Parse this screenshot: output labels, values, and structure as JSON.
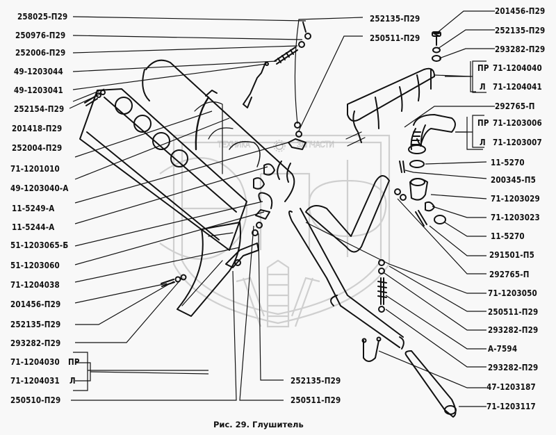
{
  "figure": {
    "caption": "Рис. 29. Глушитель",
    "watermark": {
      "left_text": "ТЕХНИКА",
      "right_text": "ЗАПЧАСТИ",
      "logo_letters": "ЗПФ"
    }
  },
  "callouts": {
    "left": [
      {
        "id": "l1",
        "label": "258025-П29"
      },
      {
        "id": "l2",
        "label": "250976-П29"
      },
      {
        "id": "l3",
        "label": "252006-П29"
      },
      {
        "id": "l4",
        "label": "49-1203044"
      },
      {
        "id": "l5",
        "label": "49-1203041"
      },
      {
        "id": "l6",
        "label": "252154-П29"
      },
      {
        "id": "l7",
        "label": "201418-П29"
      },
      {
        "id": "l8",
        "label": "252004-П29"
      },
      {
        "id": "l9",
        "label": "71-1201010"
      },
      {
        "id": "l10",
        "label": "49-1203040-А"
      },
      {
        "id": "l11",
        "label": "11-5249-А"
      },
      {
        "id": "l12",
        "label": "11-5244-А"
      },
      {
        "id": "l13",
        "label": "51-1203065-Б"
      },
      {
        "id": "l14",
        "label": "51-1203060"
      },
      {
        "id": "l15",
        "label": "71-1204038"
      },
      {
        "id": "l16",
        "label": "201456-П29"
      },
      {
        "id": "l17",
        "label": "252135-П29"
      },
      {
        "id": "l18",
        "label": "293282-П29"
      },
      {
        "id": "l19a",
        "label": "71-1204030",
        "side": "ПР"
      },
      {
        "id": "l19b",
        "label": "71-1204031",
        "side": "Л"
      },
      {
        "id": "l20",
        "label": "250510-П29"
      }
    ],
    "top_center": [
      {
        "id": "t1",
        "label": "252135-П29"
      },
      {
        "id": "t2",
        "label": "250511-П29"
      }
    ],
    "bottom_center": [
      {
        "id": "b1",
        "label": "252135-П29"
      },
      {
        "id": "b2",
        "label": "250511-П29"
      }
    ],
    "right": [
      {
        "id": "r1",
        "label": "201456-П29"
      },
      {
        "id": "r2",
        "label": "252135-П29"
      },
      {
        "id": "r3",
        "label": "293282-П29"
      },
      {
        "id": "r4a",
        "label": "71-1204040",
        "side": "ПР"
      },
      {
        "id": "r4b",
        "label": "71-1204041",
        "side": "Л"
      },
      {
        "id": "r5",
        "label": "292765-П"
      },
      {
        "id": "r6a",
        "label": "71-1203006",
        "side": "ПР"
      },
      {
        "id": "r6b",
        "label": "71-1203007",
        "side": "Л"
      },
      {
        "id": "r7",
        "label": "11-5270"
      },
      {
        "id": "r8",
        "label": "200345-П5"
      },
      {
        "id": "r9",
        "label": "71-1203029"
      },
      {
        "id": "r10",
        "label": "71-1203023"
      },
      {
        "id": "r11",
        "label": "11-5270"
      },
      {
        "id": "r12",
        "label": "291501-П5"
      },
      {
        "id": "r13",
        "label": "292765-П"
      },
      {
        "id": "r14",
        "label": "71-1203050"
      },
      {
        "id": "r15",
        "label": "250511-П29"
      },
      {
        "id": "r16",
        "label": "293282-П29"
      },
      {
        "id": "r17",
        "label": "А-7594"
      },
      {
        "id": "r18",
        "label": "293282-П29"
      },
      {
        "id": "r19",
        "label": "47-1203187"
      },
      {
        "id": "r20",
        "label": "71-1203117"
      }
    ]
  }
}
